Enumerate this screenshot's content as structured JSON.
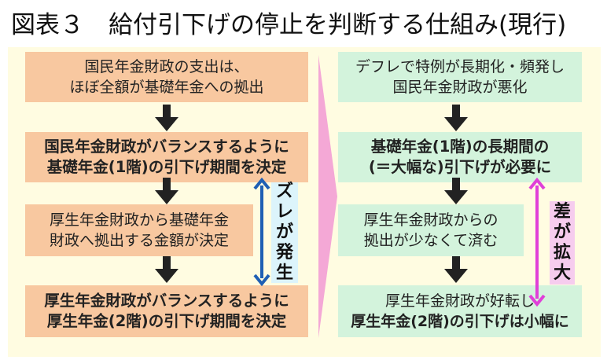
{
  "title": "図表３　給付引下げの停止を判断する仕組み(現行)",
  "left": {
    "boxes": [
      {
        "lines": [
          "国民年金財政の支出は、",
          "ほぼ全額が基礎年金への拠出"
        ]
      },
      {
        "lines": [
          "国民年金財政がバランスするように",
          "基礎年金(1階)の引下げ期間を決定"
        ]
      },
      {
        "lines": [
          "厚生年金財政から基礎年金",
          "財政へ拠出する金額が決定"
        ]
      },
      {
        "lines": [
          "厚生年金財政がバランスするように",
          "厚生年金(2階)の引下げ期間を決定"
        ]
      }
    ],
    "tag": [
      "ズ",
      "レ",
      "が",
      "発",
      "生"
    ]
  },
  "right": {
    "boxes": [
      {
        "lines": [
          "デフレで特例が長期化・頻発し",
          "国民年金財政が悪化"
        ]
      },
      {
        "lines": [
          "基礎年金(1階)の長期間の",
          "(＝大幅な)引下げが必要に"
        ]
      },
      {
        "lines": [
          "厚生年金財政からの",
          "拠出が少なくて済む"
        ]
      },
      {
        "lines": [
          "厚生年金財政が好転し",
          "厚生年金(2階)の引下げは小幅に"
        ]
      }
    ],
    "tag": [
      "差",
      "が",
      "拡",
      "大"
    ]
  },
  "colors": {
    "orange_box": "#f8c8a0",
    "green_box": "#d3f3dc",
    "panel": "#fffce1",
    "blue_arrow": "#1f5fb4",
    "magenta_arrow": "#e040d8",
    "chevron": "#f4a8d6",
    "blue_tag_bg": "#dcf4fb",
    "pink_tag_bg": "#f6ccee"
  }
}
